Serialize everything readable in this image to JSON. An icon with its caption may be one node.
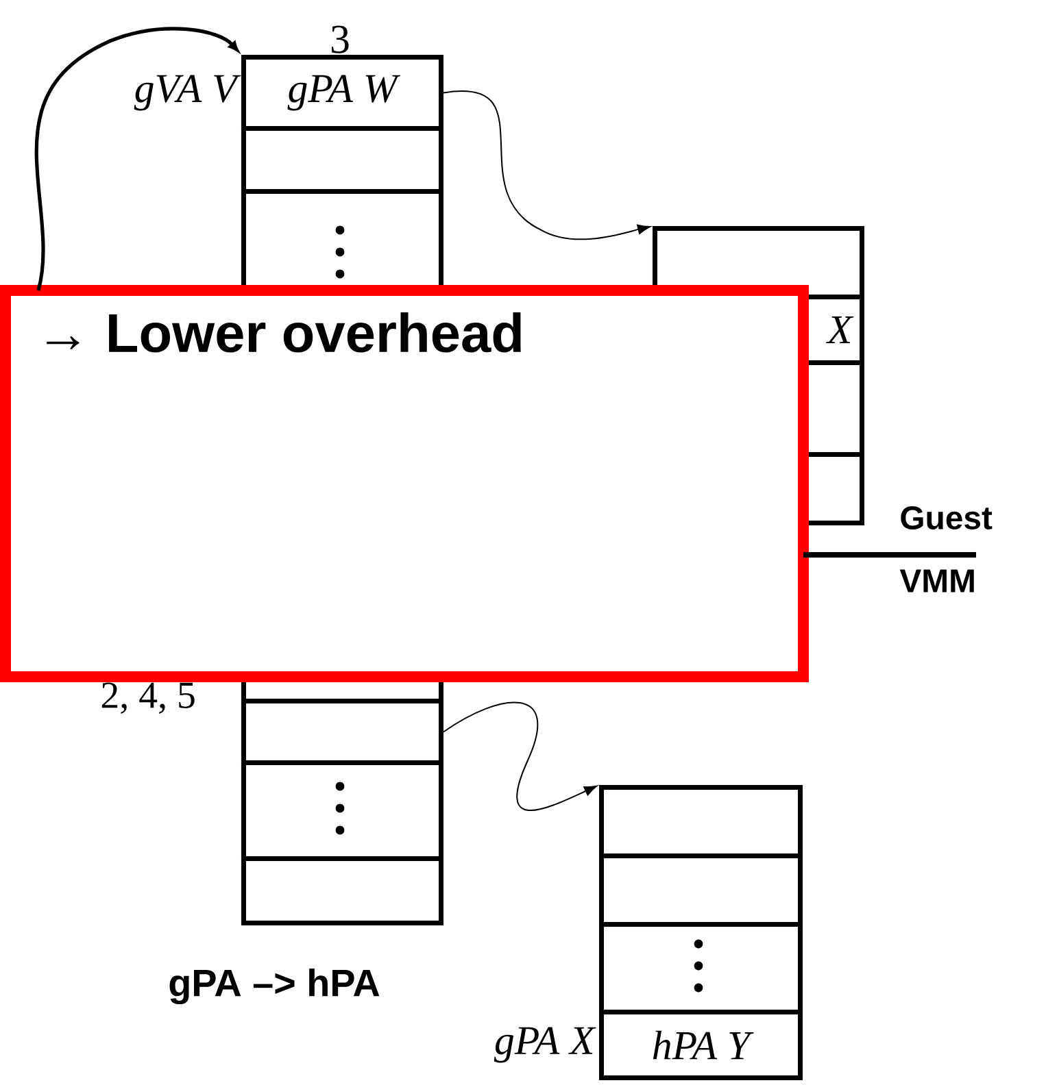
{
  "diagram": {
    "nodes": [
      {
        "text": [
          "gPA W"
        ],
        "beside": [
          "gVA V"
        ]
      },
      {
        "text": [],
        "shape": "box"
      },
      {
        "text": [],
        "shape": "box"
      },
      {
        "text": [],
        "shape": "box"
      },
      {
        "text": [
          "X"
        ]
      },
      {
        "text": [],
        "shape": "box"
      },
      {
        "text": [],
        "shape": "box"
      },
      {
        "text": [],
        "shape": "box"
      },
      {
        "text": [],
        "shape": "box"
      },
      {
        "text": [],
        "shape": "box"
      },
      {
        "text": [],
        "shape": "box"
      },
      {
        "text": [],
        "shape": "box"
      },
      {
        "text": [],
        "shape": "box"
      },
      {
        "text": [],
        "shape": "box"
      },
      {
        "text": [
          "hPA Y"
        ],
        "beside": [
          "gPA X"
        ]
      },
      {
        "text": [
          "→ Lower overhead"
        ]
      }
    ],
    "edges": [
      {
        "from": 0,
        "to": 3,
        "arrow": "to"
      },
      {
        "from": 15,
        "to": 0,
        "arrow": "to",
        "style": "thick"
      },
      {
        "from": 8,
        "to": 11,
        "arrow": "to"
      }
    ],
    "labels": [
      "3",
      "Guest",
      "VMM",
      "2, 4, 5",
      "gPA –> hPA"
    ]
  }
}
